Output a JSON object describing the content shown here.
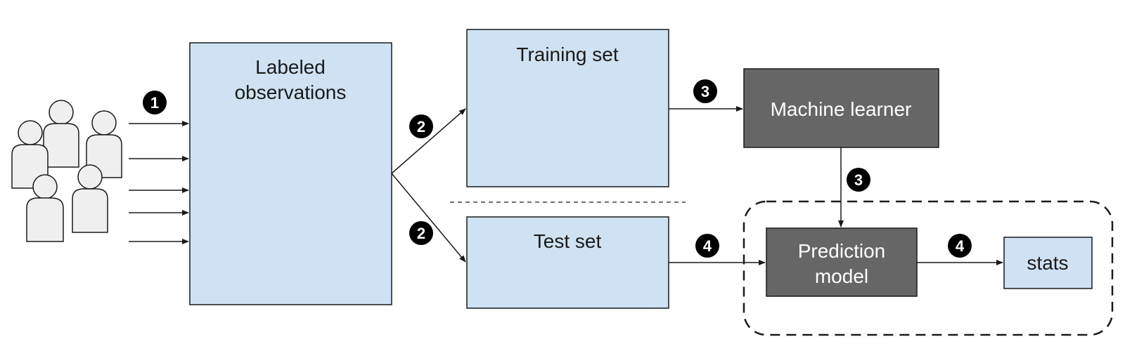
{
  "boxes": {
    "labeled": {
      "line1": "Labeled",
      "line2": "observations"
    },
    "training": {
      "label": "Training set"
    },
    "test": {
      "label": "Test set"
    },
    "learner": {
      "label": "Machine learner"
    },
    "prediction": {
      "line1": "Prediction",
      "line2": "model"
    },
    "stats": {
      "label": "stats"
    }
  },
  "steps": {
    "s1": "1",
    "s2a": "2",
    "s2b": "2",
    "s3a": "3",
    "s3b": "3",
    "s4a": "4",
    "s4b": "4"
  },
  "colors": {
    "light_box": "#cfe2f3",
    "dark_box": "#666666",
    "person": "#efefef",
    "stroke": "#1a1a1a"
  }
}
